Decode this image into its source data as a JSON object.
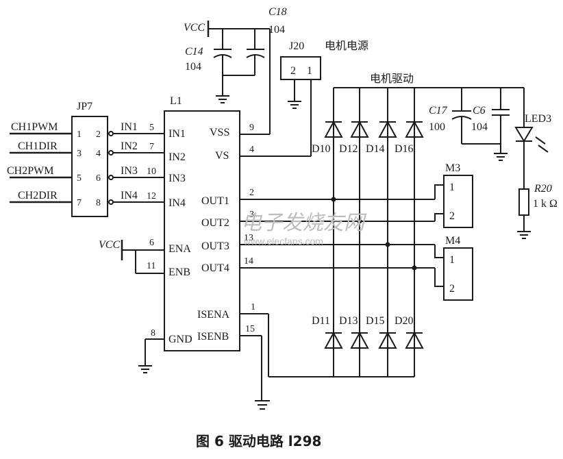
{
  "figure": {
    "caption": "图 6 驱动电路 l298"
  },
  "watermark": {
    "cn": "电子发烧友网",
    "url": "www.elecfans.com"
  },
  "connector": {
    "ref": "JP7",
    "signals": [
      "CH1PWM",
      "CH1DIR",
      "CH2PWM",
      "CH2DIR"
    ],
    "pins_left": [
      "1",
      "3",
      "5",
      "7"
    ],
    "pins_right": [
      "2",
      "4",
      "6",
      "8"
    ]
  },
  "driver": {
    "ref": "L1",
    "inputs": [
      {
        "net": "IN1",
        "pin": "5",
        "name": "IN1"
      },
      {
        "net": "IN2",
        "pin": "7",
        "name": "IN2"
      },
      {
        "net": "IN3",
        "pin": "10",
        "name": "IN3"
      },
      {
        "net": "IN4",
        "pin": "12",
        "name": "IN4"
      }
    ],
    "enables": [
      {
        "pin": "6",
        "name": "ENA"
      },
      {
        "pin": "11",
        "name": "ENB"
      }
    ],
    "gnd": {
      "pin": "8",
      "name": "GND"
    },
    "supply": [
      {
        "pin": "9",
        "name": "VSS"
      },
      {
        "pin": "4",
        "name": "VS"
      }
    ],
    "outputs": [
      {
        "pin": "2",
        "name": "OUT1"
      },
      {
        "pin": "3",
        "name": "OUT2"
      },
      {
        "pin": "13",
        "name": "OUT3"
      },
      {
        "pin": "14",
        "name": "OUT4"
      }
    ],
    "sense": [
      {
        "pin": "1",
        "name": "ISENA"
      },
      {
        "pin": "15",
        "name": "ISENB"
      }
    ]
  },
  "vcc_label": "VCC",
  "caps": {
    "c18": {
      "ref": "C18",
      "value": "104"
    },
    "c14": {
      "ref": "C14",
      "value": "104"
    },
    "c17": {
      "ref": "C17",
      "value": "100"
    },
    "c6": {
      "ref": "C6",
      "value": "104"
    }
  },
  "j20": {
    "ref": "J20",
    "label": "电机电源",
    "pins": [
      "2",
      "1"
    ]
  },
  "motor_drive_label": "电机驱动",
  "diodes_top": [
    "D10",
    "D12",
    "D14",
    "D16"
  ],
  "diodes_bottom": [
    "D11",
    "D13",
    "D15",
    "D20"
  ],
  "motors": [
    {
      "ref": "M3",
      "pins": [
        "1",
        "2"
      ]
    },
    {
      "ref": "M4",
      "pins": [
        "1",
        "2"
      ]
    }
  ],
  "led": {
    "ref": "LED3"
  },
  "resistor": {
    "ref": "R20",
    "value": "1 k Ω"
  }
}
